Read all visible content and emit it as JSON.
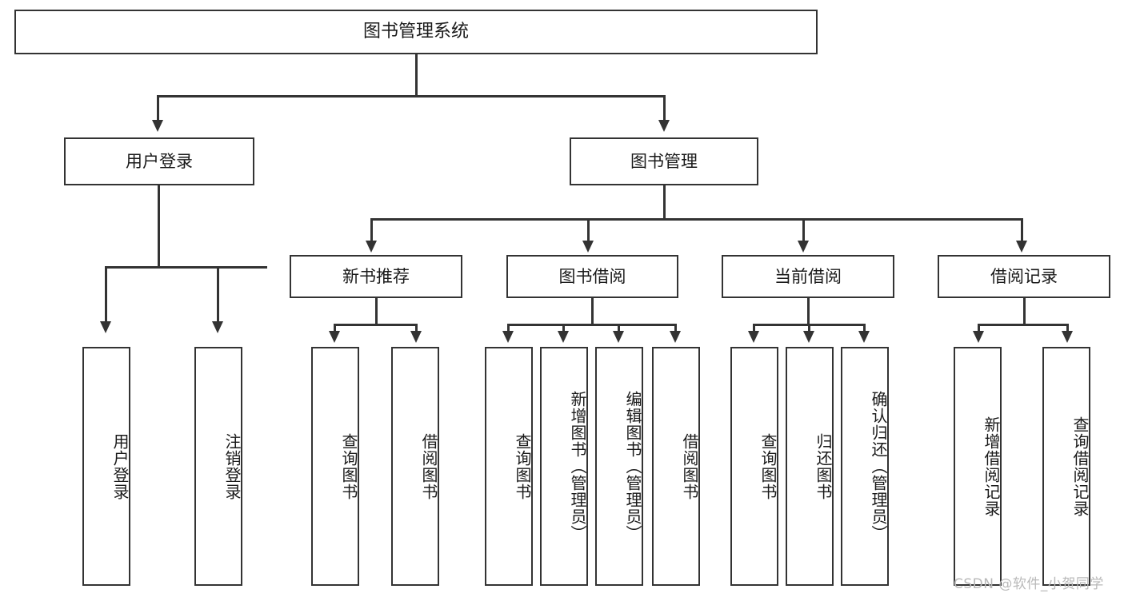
{
  "diagram": {
    "type": "tree-hierarchy",
    "title": "图书管理系统",
    "watermark": "CSDN @软件_小贺同学",
    "colors": {
      "box_border": "#333333",
      "box_fill": "#ffffff",
      "connector": "#333333",
      "text": "#1a1a1a",
      "watermark": "#b9b9b9",
      "background": "#ffffff"
    },
    "nodes": {
      "root": {
        "label": "图书管理系统"
      },
      "level2": [
        {
          "label": "用户登录"
        },
        {
          "label": "图书管理"
        }
      ],
      "level3": [
        {
          "label": "新书推荐"
        },
        {
          "label": "图书借阅"
        },
        {
          "label": "当前借阅"
        },
        {
          "label": "借阅记录"
        }
      ],
      "leaves": [
        {
          "label": "用户登录",
          "parent": "用户登录"
        },
        {
          "label": "注销登录",
          "parent": "用户登录"
        },
        {
          "label": "查询图书",
          "parent": "新书推荐"
        },
        {
          "label": "借阅图书",
          "parent": "新书推荐"
        },
        {
          "label": "查询图书",
          "parent": "图书借阅"
        },
        {
          "label": "新增图书（管理员）",
          "parent": "图书借阅"
        },
        {
          "label": "编辑图书（管理员）",
          "parent": "图书借阅"
        },
        {
          "label": "借阅图书",
          "parent": "图书借阅"
        },
        {
          "label": "查询图书",
          "parent": "当前借阅"
        },
        {
          "label": "归还图书",
          "parent": "当前借阅"
        },
        {
          "label": "确认归还（管理员）",
          "parent": "当前借阅"
        },
        {
          "label": "新增借阅记录",
          "parent": "借阅记录"
        },
        {
          "label": "查询借阅记录",
          "parent": "借阅记录"
        }
      ]
    }
  }
}
